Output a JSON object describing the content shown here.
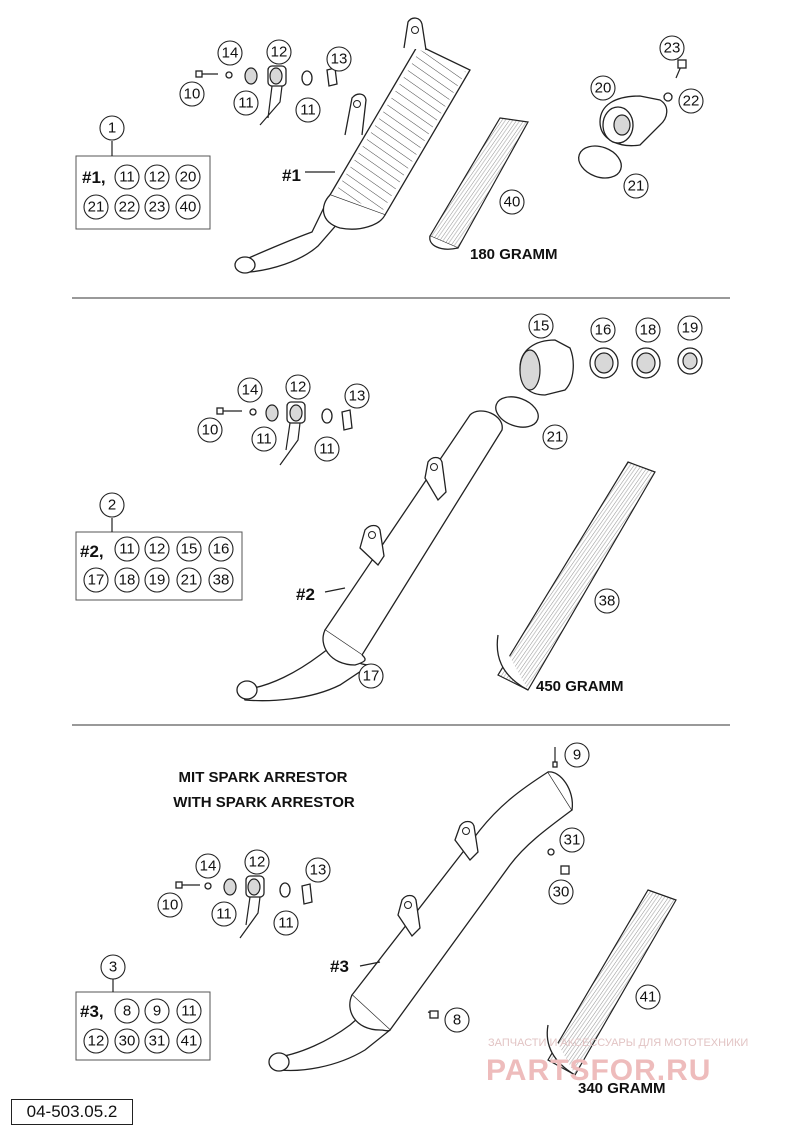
{
  "section1": {
    "kit_number": "1",
    "kit_label": "#1,",
    "kit_row1": [
      "11",
      "12",
      "20"
    ],
    "kit_row2": [
      "21",
      "22",
      "23",
      "40"
    ],
    "part_tag": "#1",
    "weight": "180 GRAMM",
    "callouts": [
      "14",
      "12",
      "13",
      "10",
      "11",
      "11",
      "23",
      "20",
      "22",
      "21",
      "40"
    ]
  },
  "section2": {
    "kit_number": "2",
    "kit_label": "#2,",
    "kit_row1": [
      "11",
      "12",
      "15",
      "16"
    ],
    "kit_row2": [
      "17",
      "18",
      "19",
      "21",
      "38"
    ],
    "part_tag": "#2",
    "weight": "450 GRAMM",
    "callouts": [
      "15",
      "16",
      "18",
      "19",
      "14",
      "12",
      "13",
      "10",
      "11",
      "11",
      "21",
      "38",
      "17"
    ]
  },
  "section3": {
    "caption_line1": "MIT SPARK ARRESTOR",
    "caption_line2": "WITH SPARK ARRESTOR",
    "kit_number": "3",
    "kit_label": "#3,",
    "kit_row1": [
      "8",
      "9",
      "11"
    ],
    "kit_row2": [
      "12",
      "30",
      "31",
      "41"
    ],
    "part_tag": "#3",
    "weight": "340 GRAMM",
    "callouts": [
      "9",
      "14",
      "12",
      "13",
      "10",
      "11",
      "11",
      "31",
      "30",
      "41",
      "8"
    ]
  },
  "reference": "04-503.05.2",
  "watermark": {
    "line1": "ЗАПЧАСТИ И АКСЕССУАРЫ ДЛЯ МОТОТЕХНИКИ",
    "line2": "PARTSFOR.RU"
  },
  "colors": {
    "line": "#222222",
    "watermark": "#eebcbc"
  }
}
